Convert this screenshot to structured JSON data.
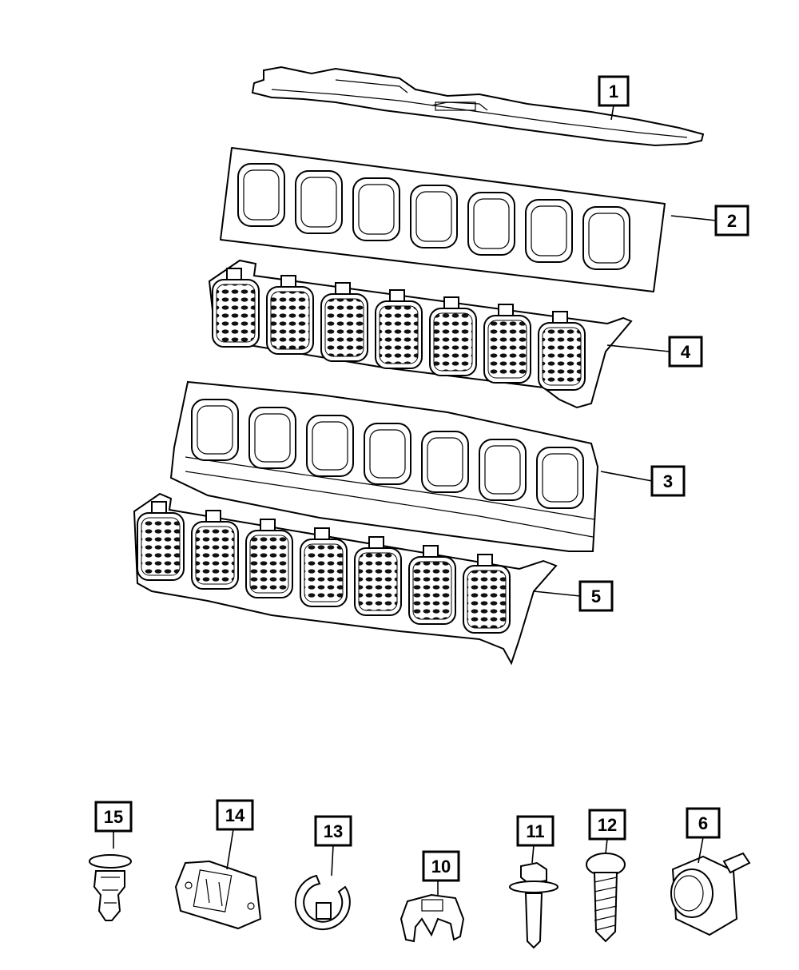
{
  "callouts": [
    {
      "id": "1",
      "label": "1"
    },
    {
      "id": "2",
      "label": "2"
    },
    {
      "id": "4",
      "label": "4"
    },
    {
      "id": "3",
      "label": "3"
    },
    {
      "id": "5",
      "label": "5"
    },
    {
      "id": "15",
      "label": "15"
    },
    {
      "id": "14",
      "label": "14"
    },
    {
      "id": "13",
      "label": "13"
    },
    {
      "id": "10",
      "label": "10"
    },
    {
      "id": "11",
      "label": "11"
    },
    {
      "id": "12",
      "label": "12"
    },
    {
      "id": "6",
      "label": "6"
    }
  ],
  "colors": {
    "line": "#000000",
    "background": "#ffffff"
  }
}
